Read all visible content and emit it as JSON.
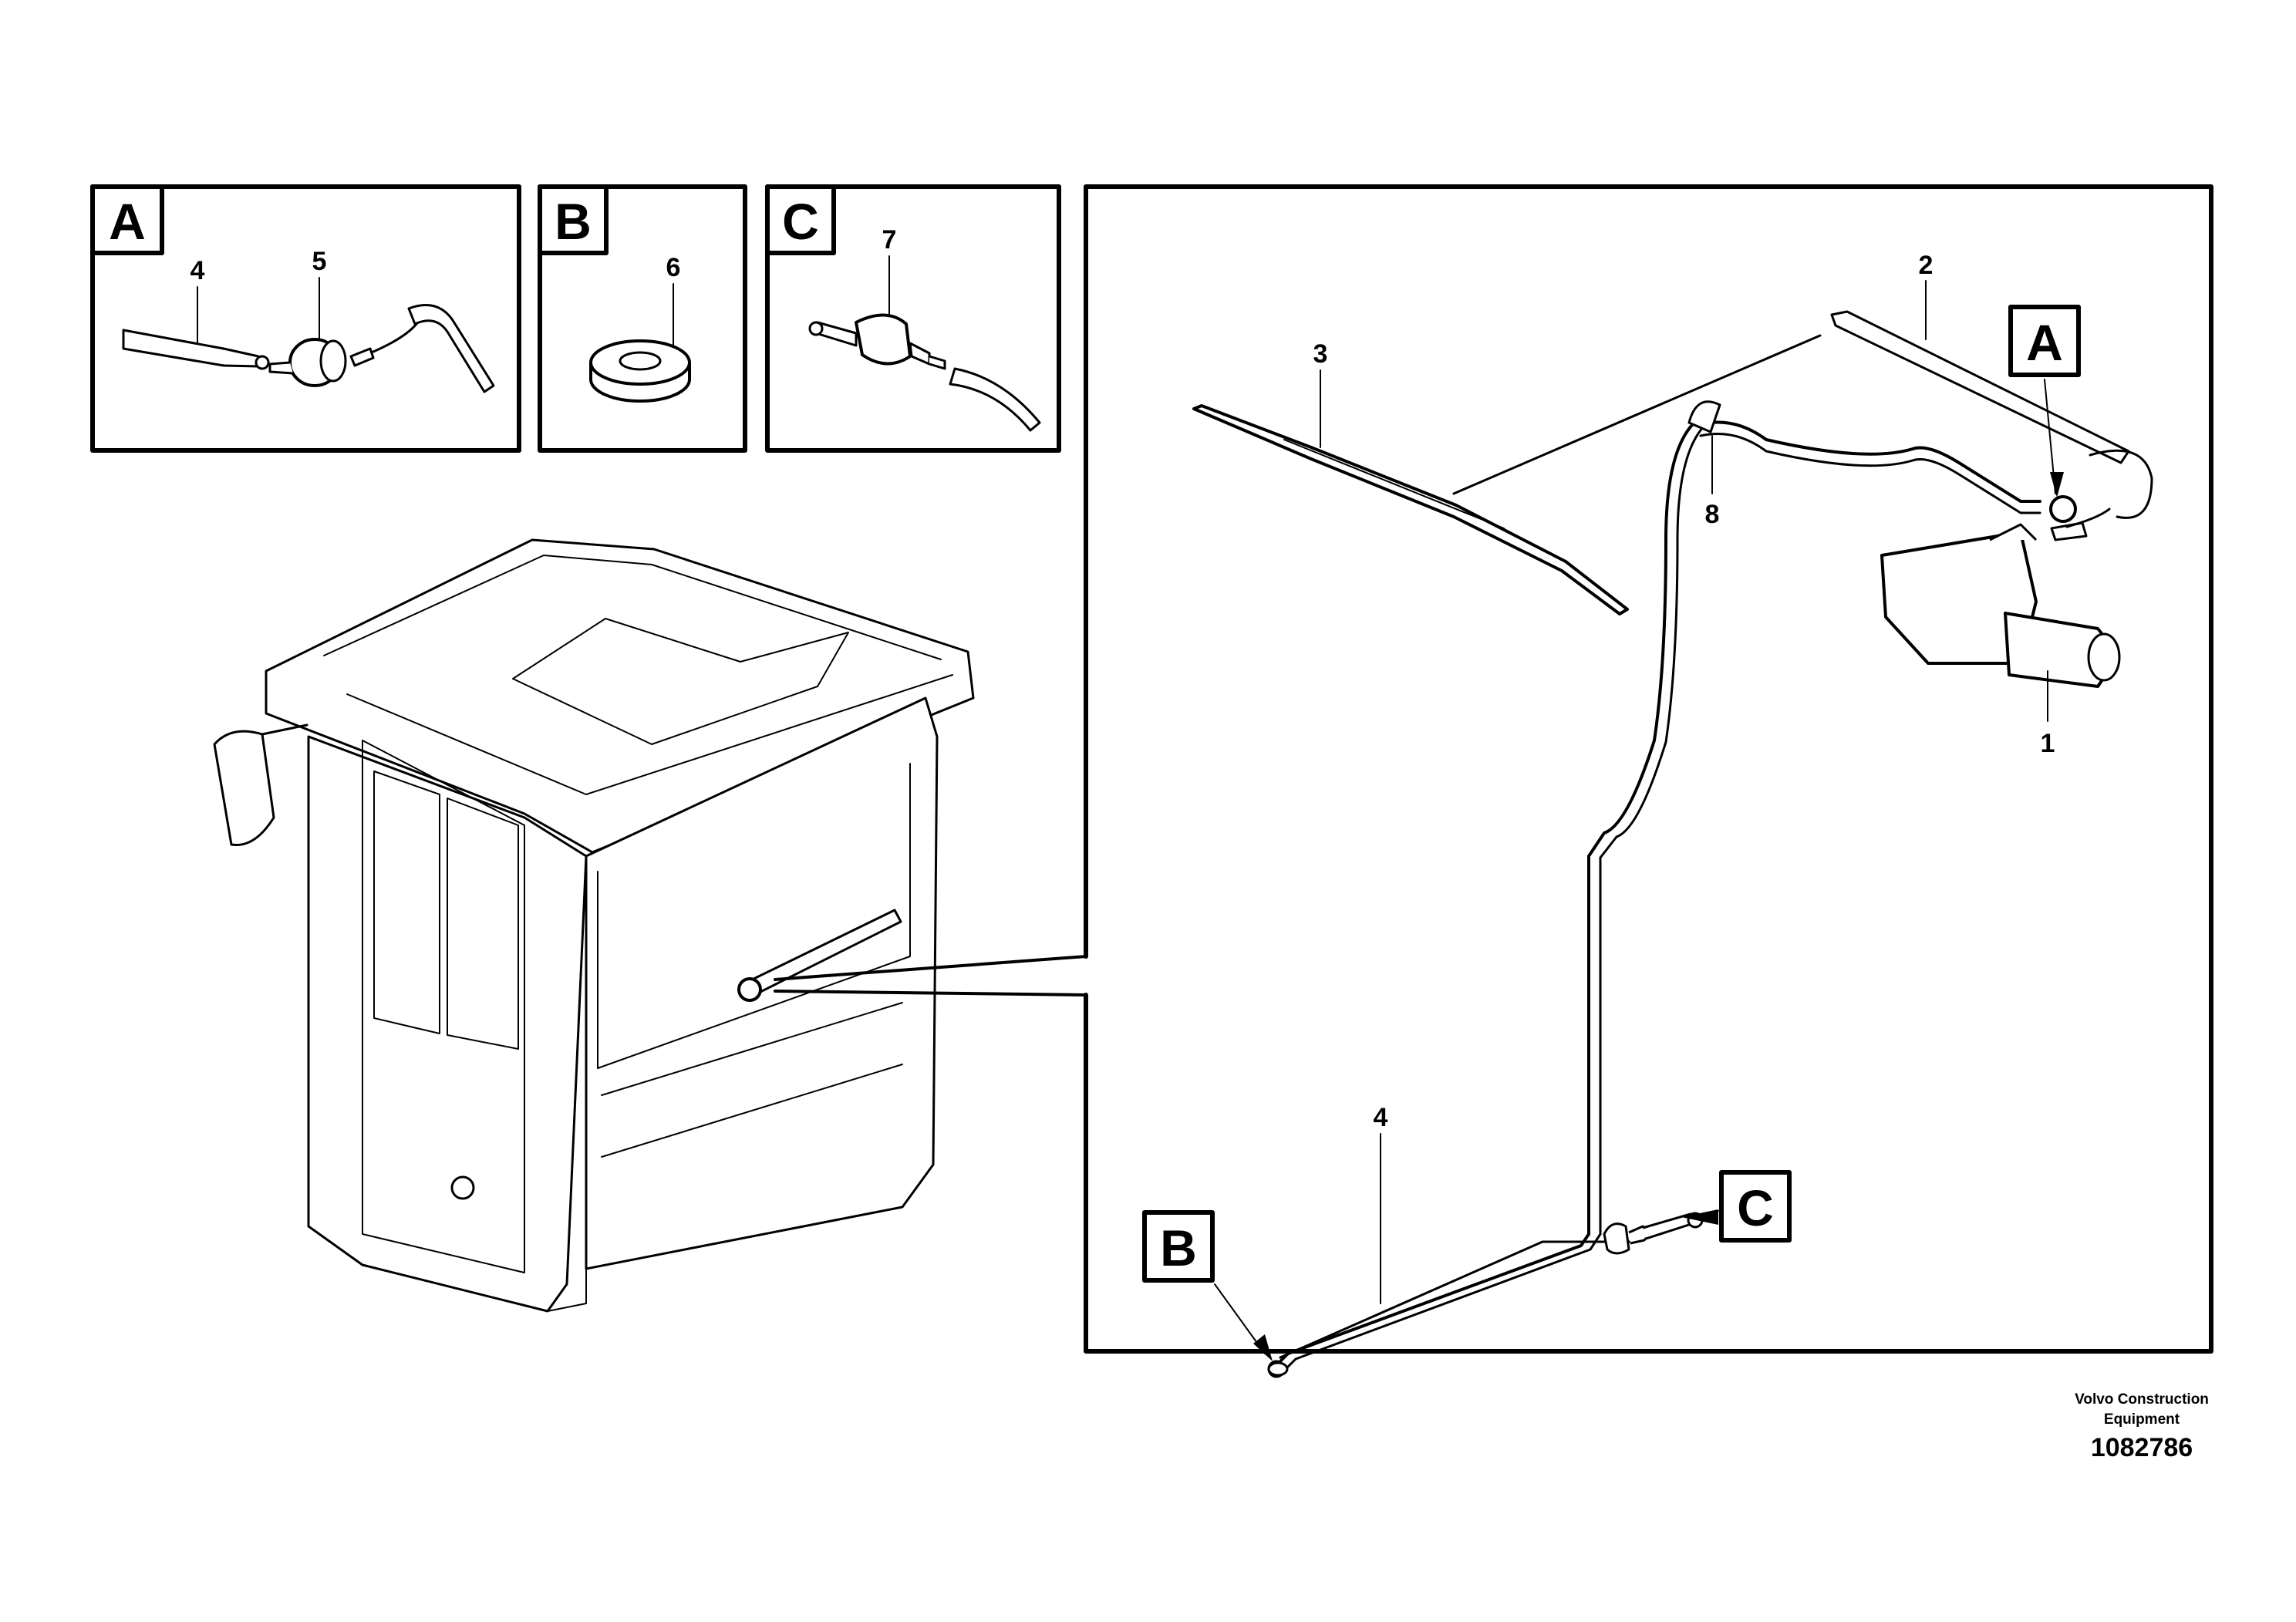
{
  "detail_panels": [
    {
      "letter": "A",
      "callouts": [
        "4",
        "5"
      ]
    },
    {
      "letter": "B",
      "callouts": [
        "6"
      ]
    },
    {
      "letter": "C",
      "callouts": [
        "7"
      ]
    }
  ],
  "main_view": {
    "callouts": {
      "c1": "1",
      "c2": "2",
      "c3": "3",
      "c4": "4",
      "c8": "8"
    },
    "refs": {
      "a": "A",
      "b": "B",
      "c": "C"
    }
  },
  "footer": {
    "company_line1": "Volvo Construction",
    "company_line2": "Equipment",
    "illustration_number": "1082786"
  },
  "colors": {
    "line": "#000000",
    "background": "#ffffff"
  }
}
